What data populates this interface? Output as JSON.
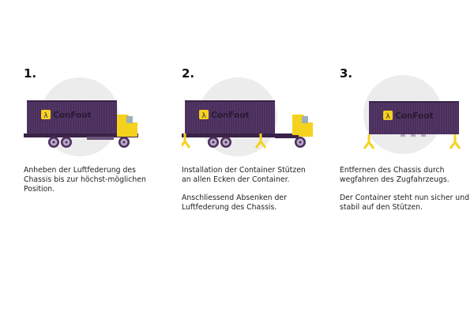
{
  "brand": {
    "name": "ConFoot",
    "container_color": "#4a2f5c",
    "accent": "#f5d21e"
  },
  "steps": [
    {
      "number": "1.",
      "lines": [
        "Anheben der Luftfederung des Chassis bis zur höchst-möglichen Position."
      ]
    },
    {
      "number": "2.",
      "lines": [
        "Installation der Container Stützen an allen Ecken der Container.",
        "Anschliessend Absenken der Luftfederung des Chassis."
      ]
    },
    {
      "number": "3.",
      "lines": [
        "Entfernen des Chassis durch wegfahren des Zugfahrzeugs.",
        "Der Container steht nun sicher und stabil auf den Stützen."
      ]
    }
  ]
}
